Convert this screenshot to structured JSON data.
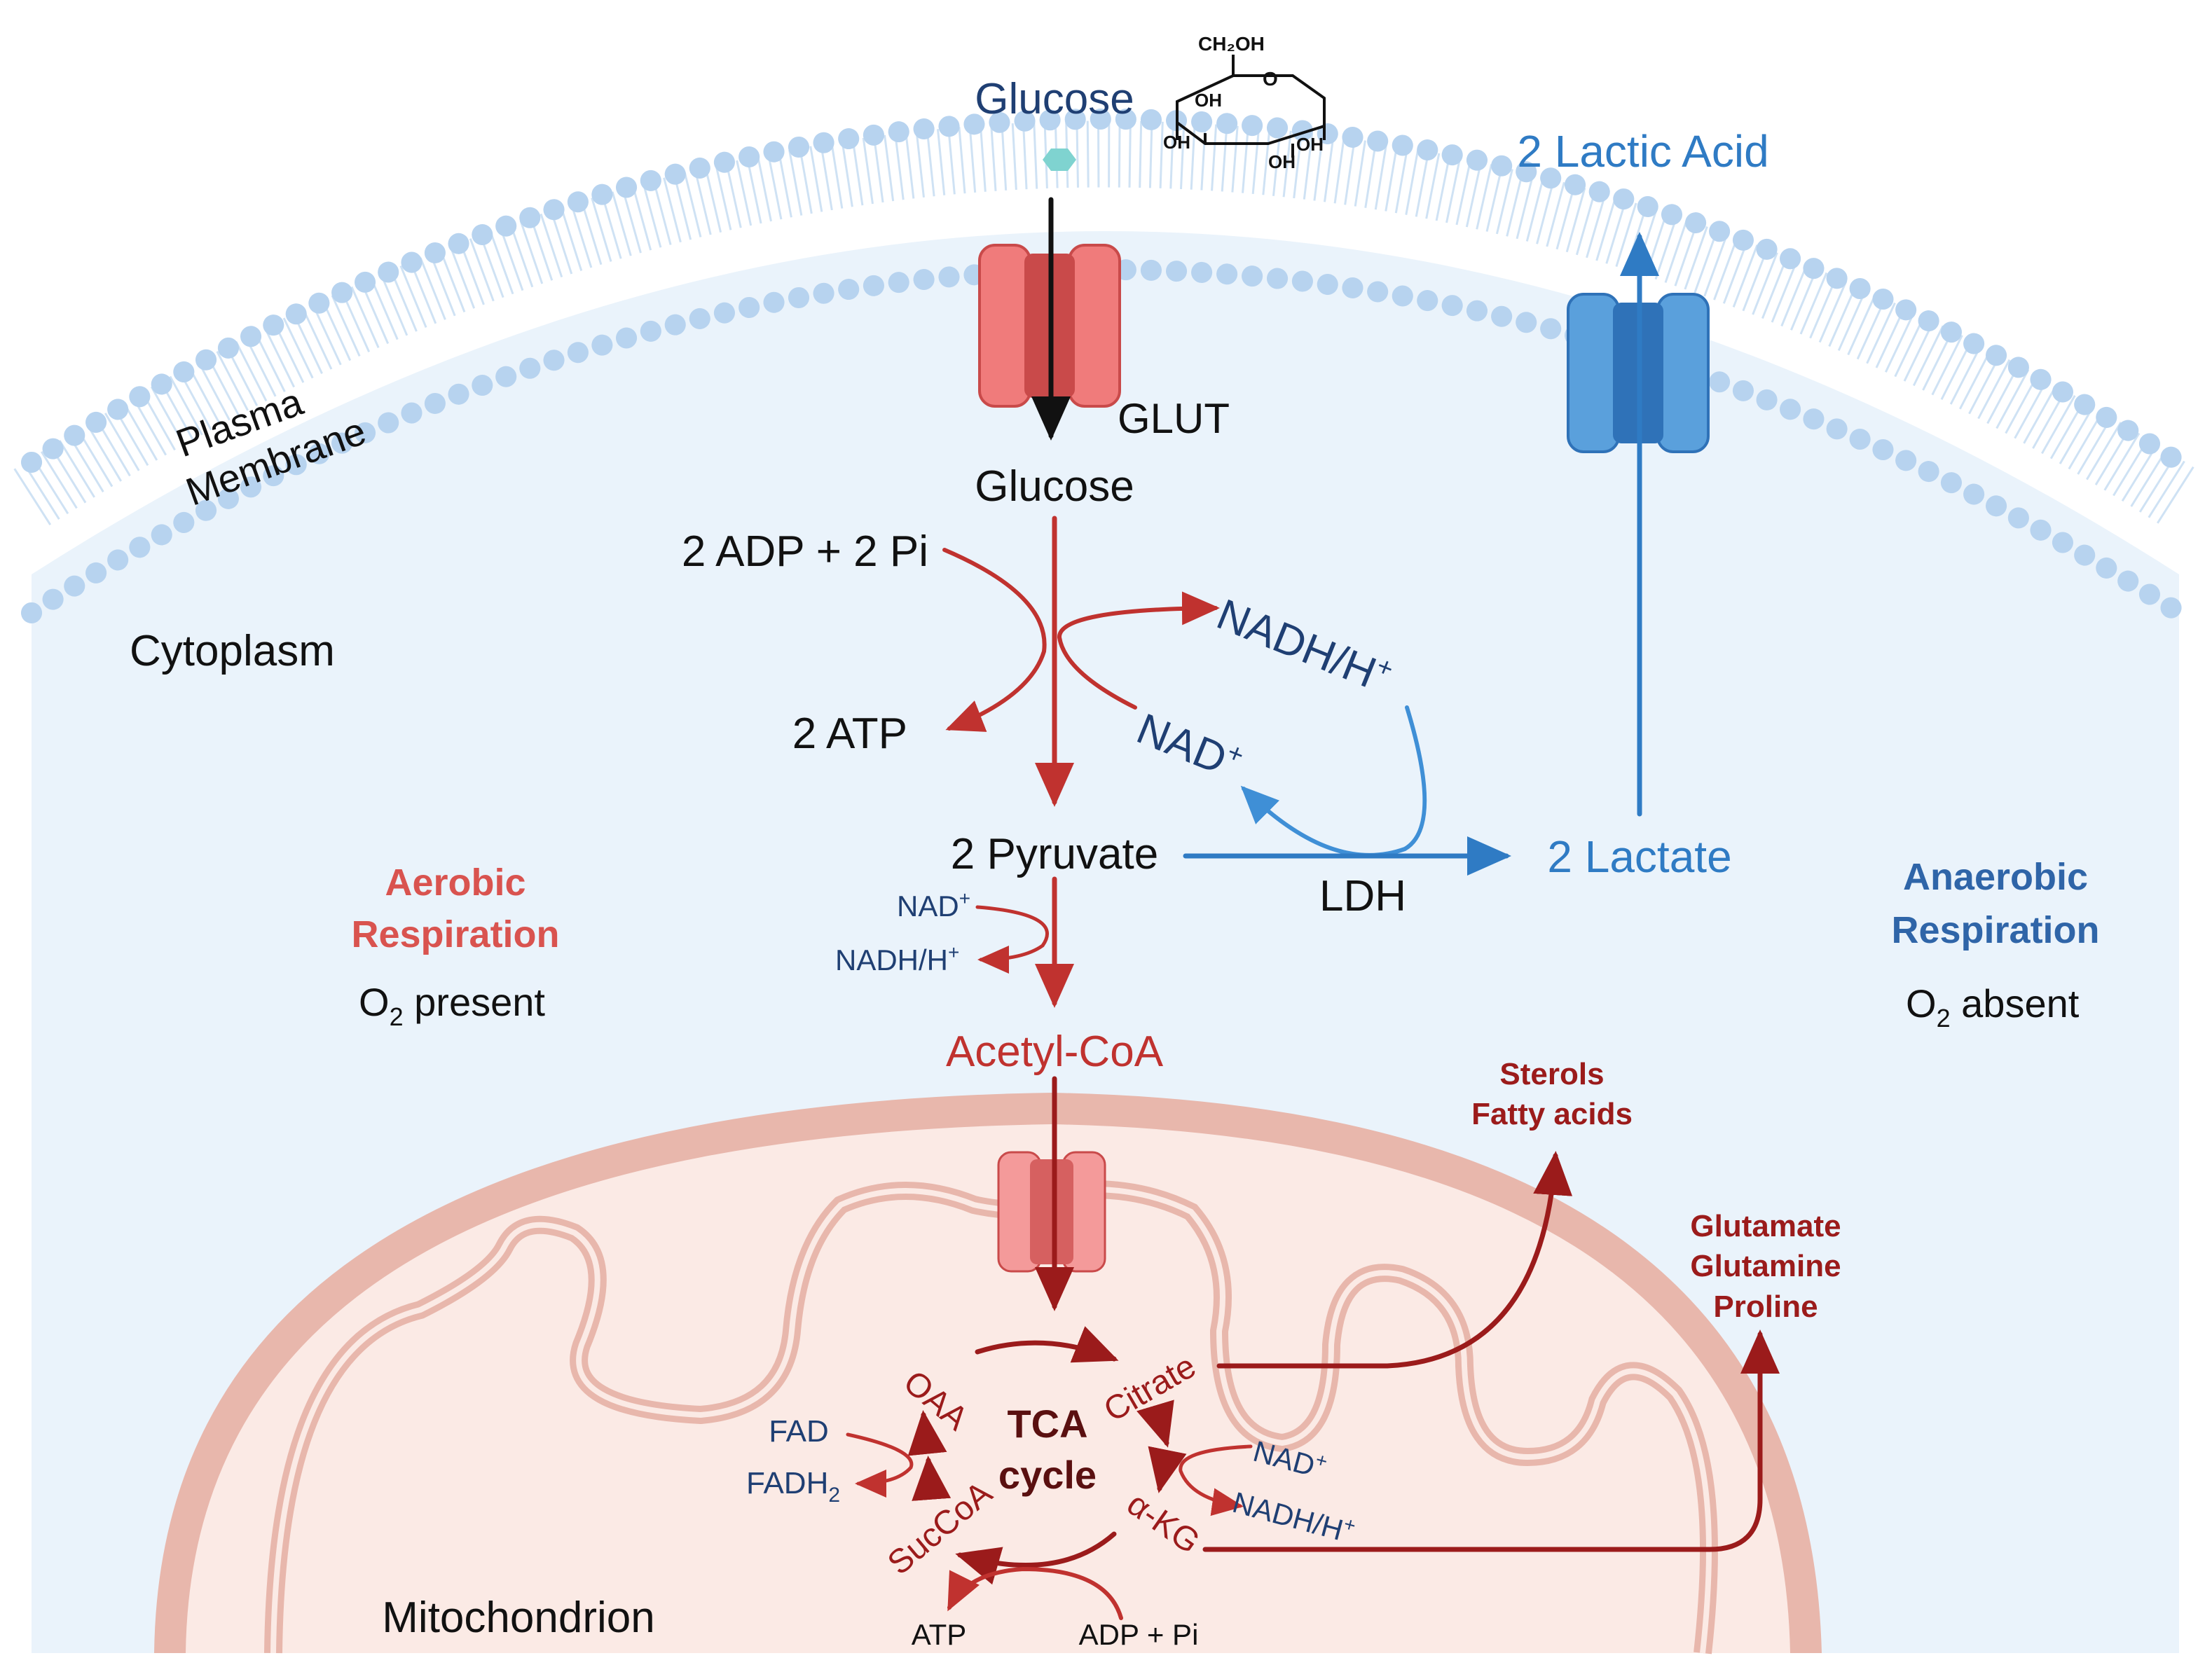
{
  "labels": {
    "glucose_outside": "Glucose",
    "lactic_acid": "2 Lactic Acid",
    "plasma": "Plasma",
    "membrane": "Membrane",
    "glut": "GLUT",
    "glucose_inside": "Glucose",
    "adp_pi": "2 ADP + 2 Pi",
    "cytoplasm": "Cytoplasm",
    "atp2": "2 ATP",
    "nadh_h_glyc": "NADH/H",
    "nad_glyc": "NAD",
    "pyruvate": "2 Pyruvate",
    "lactate": "2 Lactate",
    "ldh": "LDH",
    "aerobic_1": "Aerobic",
    "aerobic_2": "Respiration",
    "o2_present_prefix": "O",
    "o2_present_suffix": " present",
    "anaerobic_1": "Anaerobic",
    "anaerobic_2": "Respiration",
    "o2_absent_prefix": "O",
    "o2_absent_suffix": " absent",
    "nad_pdh": "NAD",
    "nadh_pdh": "NADH/H",
    "acetyl_coa": "Acetyl-CoA",
    "sterols": "Sterols",
    "fatty_acids": "Fatty acids",
    "glutamate": "Glutamate",
    "glutamine": "Glutamine",
    "proline": "Proline",
    "oaa": "OAA",
    "citrate": "Citrate",
    "tca_1": "TCA",
    "tca_2": "cycle",
    "akg": "α-KG",
    "succoa": "SucCoA",
    "fad": "FAD",
    "fadh2_prefix": "FADH",
    "nad_tca": "NAD",
    "nadh_tca": "NADH/H",
    "atp": "ATP",
    "adp_pi_tca": "ADP + Pi",
    "mitochondrion": "Mitochondrion"
  },
  "superscripts": {
    "plus": "+"
  },
  "subscripts": {
    "two": "2"
  },
  "structure_labels": {
    "ch2oh": "CH₂OH",
    "o": "O",
    "oh_top": "OH",
    "oh_left": "OH",
    "oh_bottom": "OH",
    "oh_right": "OH"
  },
  "colors": {
    "background": "#ffffff",
    "cytoplasm": "#eaf3fb",
    "lipid_head": "#b7d3ef",
    "lipid_tail": "#cfe2f4",
    "glut_body": "#f07b7b",
    "glut_dark": "#c94a4a",
    "mct_body": "#5aa0dc",
    "mct_dark": "#2f72b8",
    "glycolysis_red": "#c0322f",
    "dark_red": "#9b1b1b",
    "navy": "#1f3f73",
    "lact_blue": "#2f7bc4",
    "mito_outer": "#e8b7ac",
    "mito_inner": "#fbeae5",
    "glucose_dot": "#7fd3d0",
    "black": "#111111"
  },
  "icons": {
    "glucose_molecule": "hexagon-icon",
    "glucose_structure": "glucose-ring-structure",
    "glut": "transporter-icon",
    "mct": "transporter-icon",
    "mpc": "transporter-icon"
  }
}
